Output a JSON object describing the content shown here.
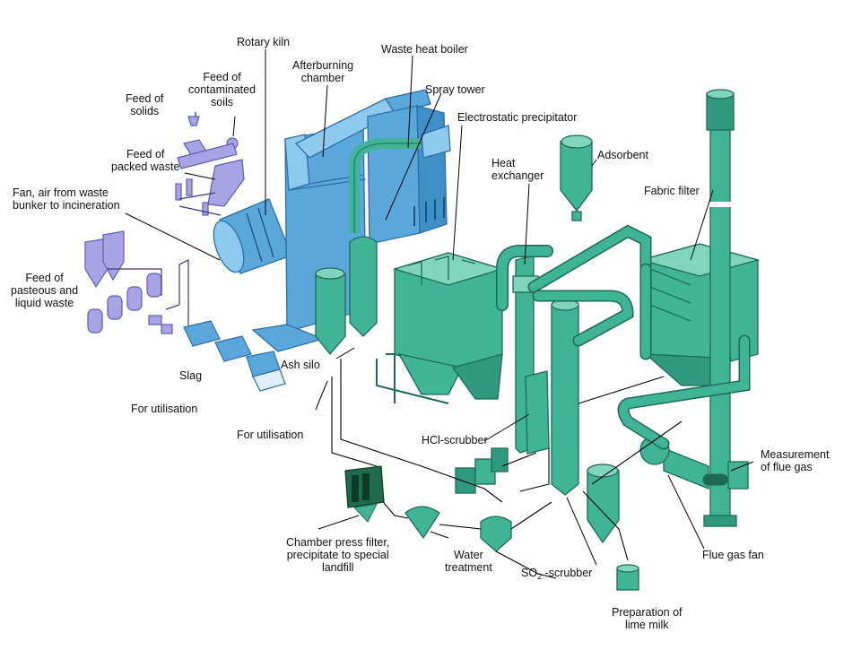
{
  "colors": {
    "incineration_blue": "#5aa7dc",
    "blue_dark": "#2c6fa8",
    "feed_lavender": "#a7a4e6",
    "lavender_dark": "#5f5cb0",
    "treatment_green": "#3fb497",
    "green_light": "#7fd6bd",
    "green_dark": "#1d6b55",
    "press_filter": "#1f6b4e",
    "leader_line": "#000000"
  },
  "labels": {
    "rotary_kiln": "Rotary kiln",
    "waste_heat_boiler": "Waste heat boiler",
    "feed_contaminated_soils": "Feed of\ncontaminated\nsoils",
    "afterburning_chamber": "Afterburning\nchamber",
    "spray_tower": "Spray tower",
    "feed_solids": "Feed of\nsolids",
    "electrostatic_precipitator": "Electrostatic precipitator",
    "adsorbent": "Adsorbent",
    "feed_packed_waste": "Feed of\npacked waste",
    "heat_exchanger": "Heat\nexchanger",
    "fabric_filter": "Fabric filter",
    "fan_air": "Fan, air from waste\nbunker to incineration",
    "feed_pasteous": "Feed of\npasteous and\nliquid waste",
    "slag": "Slag",
    "ash_silo": "Ash silo",
    "for_utilisation_1": "For utilisation",
    "for_utilisation_2": "For utilisation",
    "hcl_scrubber": "HCl-scrubber",
    "measurement_flue_gas": "Measurement\nof flue gas",
    "chamber_press_filter": "Chamber press filter,\nprecipitate to special\nlandfill",
    "water_treatment": "Water\ntreatment",
    "so2_scrubber_pre": "SO",
    "so2_scrubber_sub": "2",
    "so2_scrubber_post": " -scrubber",
    "flue_gas_fan": "Flue gas fan",
    "preparation_lime_milk": "Preparation of\nlime milk"
  }
}
